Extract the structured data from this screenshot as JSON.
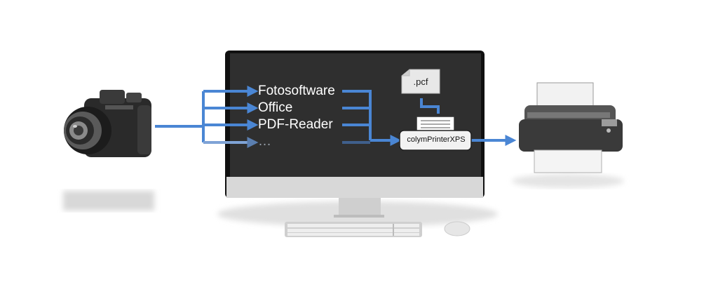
{
  "apps": [
    {
      "label": "Fotosoftware"
    },
    {
      "label": "Office"
    },
    {
      "label": "PDF-Reader"
    },
    {
      "label": "…"
    }
  ],
  "config_file": {
    "label": ".pcf"
  },
  "virtual_printer": {
    "label": "colymPrinterXPS"
  },
  "colors": {
    "arrow": "#4a86d4",
    "screen": "#2f2f2f",
    "bezel": "#101010"
  },
  "icons": [
    "camera-icon",
    "monitor-icon",
    "keyboard-icon",
    "mouse-icon",
    "file-icon",
    "printer-icon"
  ]
}
